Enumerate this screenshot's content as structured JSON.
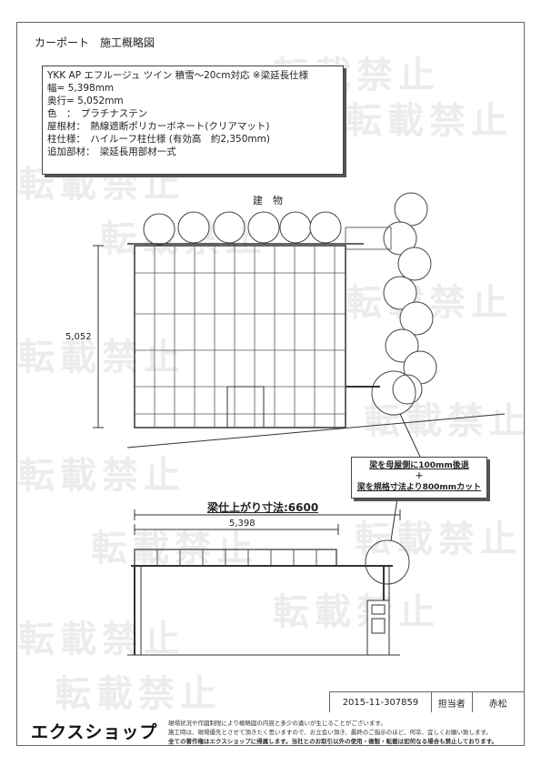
{
  "page_title": "カーポート　施工概略図",
  "spec": {
    "line1": "YKK AP エフルージュ ツイン 積雪～20cm対応 ※梁延長仕様",
    "width": "幅= 5,398mm",
    "depth": "奥行= 5,052mm",
    "color": "色　：　プラチナステン",
    "roof": "屋根材：　熱線遮断ポリカーボネート(クリアマット)",
    "post": "柱仕様：　ハイルーフ柱仕様 (有効高　約2,350mm)",
    "extra": "追加部材：　梁延長用部材一式"
  },
  "labels": {
    "building": "建　物",
    "depth_dim": "5,052",
    "width_dim": "5,398"
  },
  "callout": {
    "line1": "梁を母屋側に100mm後退",
    "plus": "＋",
    "line2": "梁を規格寸法より800mmカット"
  },
  "beam_title": "梁仕上がり寸法:6600",
  "watermark": "転載禁止",
  "footer": {
    "doc_number": "2015-11-307859",
    "person_label": "担当者",
    "person_name": "赤松"
  },
  "logo": "エクスショップ",
  "notes": {
    "line1": "現場状況や作図制限により概略図の内容と多少の違いが生じることがございます。",
    "line2": "施工時は、現場優先とさせて頂きたく思いますので、お立会い頂き、最終のご指示のほど、何卒、宜しくお願い致します。",
    "line3": "全ての著作権はエクスショップに帰属します。当社とのお取引以外の使用・複製・転載は如何なる場合も禁止しております。"
  }
}
